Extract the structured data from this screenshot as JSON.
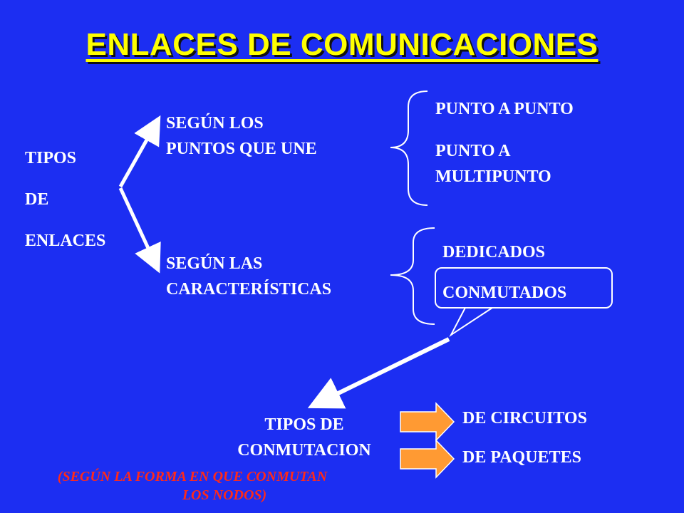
{
  "title": "ENLACES DE COMUNICACIONES",
  "root": {
    "line1": "TIPOS",
    "line2": "DE",
    "line3": "ENLACES"
  },
  "branch_puntos": {
    "line1": "SEGÚN LOS",
    "line2": "PUNTOS QUE UNE"
  },
  "branch_caracteristicas": {
    "line1": "SEGÚN LAS",
    "line2": "CARACTERÍSTICAS"
  },
  "puntos_items": {
    "item1": "PUNTO A PUNTO",
    "item2_line1": "PUNTO A",
    "item2_line2": "MULTIPUNTO"
  },
  "caracteristicas_items": {
    "item1": "DEDICADOS",
    "item2": "CONMUTADOS"
  },
  "conmutacion": {
    "line1": "TIPOS DE",
    "line2": "CONMUTACION"
  },
  "conmutacion_items": {
    "item1": "DE CIRCUITOS",
    "item2": "DE PAQUETES"
  },
  "note": {
    "line1": "(SEGÚN LA FORMA EN QUE CONMUTAN",
    "line2": "LOS NODOS)"
  },
  "colors": {
    "background": "#1c2ef2",
    "title": "#ffff00",
    "text": "#ffffff",
    "note": "#ff2a1a",
    "block_arrow": "#ff9a33"
  }
}
